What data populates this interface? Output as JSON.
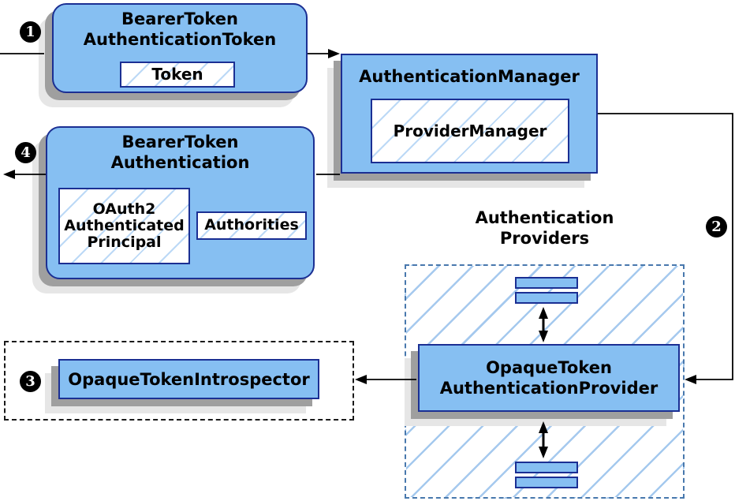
{
  "diagram": {
    "providers_group_label": "Authentication\nProviders",
    "steps": {
      "step1": "1",
      "step2": "2",
      "step3": "3",
      "step4": "4"
    },
    "nodes": {
      "bearer_token_authentication_token": {
        "title": "BearerToken\nAuthenticationToken",
        "field": "Token"
      },
      "authentication_manager": {
        "title": "AuthenticationManager",
        "field": "ProviderManager"
      },
      "bearer_token_authentication": {
        "title": "BearerToken\nAuthentication",
        "principal": "OAuth2\nAuthenticated\nPrincipal",
        "authorities": "Authorities"
      },
      "opaque_token_introspector": {
        "title": "OpaqueTokenIntrospector"
      },
      "opaque_token_authentication_provider": {
        "title": "OpaqueToken\nAuthenticationProvider"
      }
    },
    "colors": {
      "node_fill": "#86BFF2",
      "node_border": "#1B2F93",
      "hatch_line": "#BCD9F6",
      "providers_container_border": "#4878AD",
      "providers_hatch_line": "#A5C9EE",
      "introspector_container_border": "#1A1A1A",
      "shadow_dark": "#9F9F9F",
      "shadow_light": "#E6E6E6",
      "arrow": "#000000",
      "step_badge_bg": "#000000",
      "step_badge_fg": "#FFFFFF"
    }
  }
}
